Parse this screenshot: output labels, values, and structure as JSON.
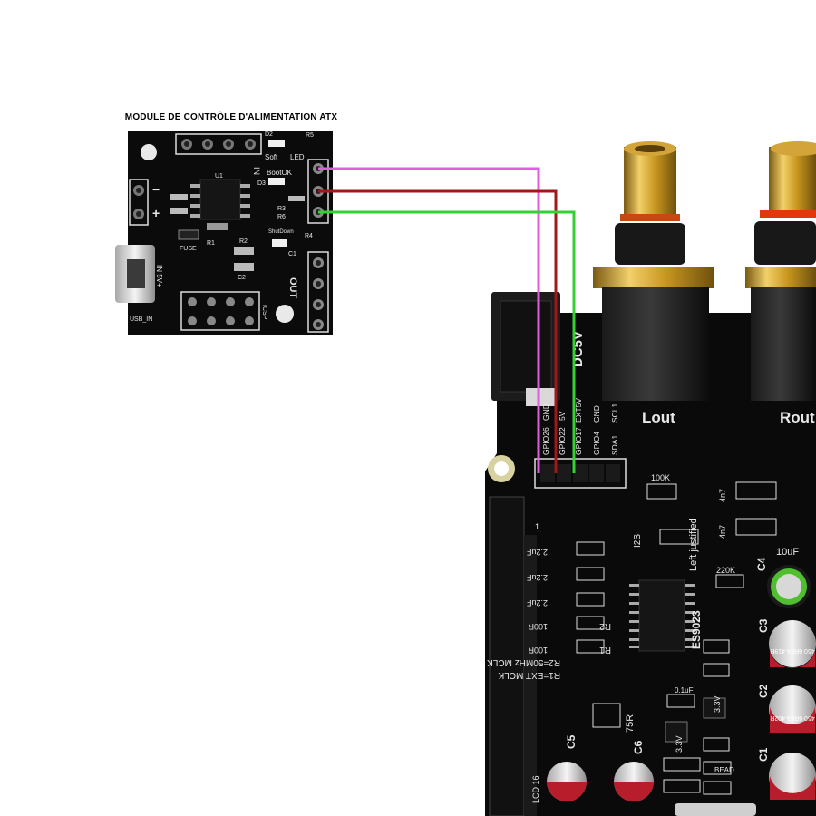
{
  "title": "MODULE DE CONTRÔLE D'ALIMENTATION ATX",
  "colors": {
    "pcb": "#0b0b0b",
    "wire_magenta": "#e05ce0",
    "wire_red": "#a01818",
    "wire_green": "#33d133",
    "gold": "#d6a62c",
    "silkscreen": "#e8e8e8",
    "background": "#ffffff"
  },
  "module": {
    "labels": {
      "d2": "D2",
      "r5": "R5",
      "soft": "Soft",
      "led": "LED",
      "bootok": "BootOK",
      "d3": "D3",
      "r3": "R3",
      "r6": "R6",
      "shutdown": "ShutDown",
      "u1": "U1",
      "fuse": "FUSE",
      "r1": "R1",
      "r2": "R2",
      "c2": "C2",
      "r4": "R4",
      "c1": "C1",
      "in": "IN",
      "in5v": "IN 5V+",
      "out": "OUT",
      "usb_in": "USB_IN",
      "icsp": "ICSP",
      "plus": "+",
      "minus": "−"
    }
  },
  "board": {
    "header_labels": [
      "GPIO26",
      "GND",
      "GPIO22",
      "5V",
      "GPIO17",
      "EXT5V",
      "GPIO4",
      "GND",
      "SDA1",
      "SCL1"
    ],
    "dc5v": "DC5V",
    "lout": "Lout",
    "rout": "Rout",
    "r100k": "100K",
    "i2s": "I2S",
    "left_justified": "Left justified",
    "n4n7": "4n7",
    "r220k": "220K",
    "c4": "C4",
    "c4_value": "10uF",
    "c3": "C3",
    "c2": "C2",
    "c1": "C1",
    "c5": "C5",
    "c6": "C6",
    "cap_labels": [
      "2.2uF",
      "2.2uF",
      "2.2uF"
    ],
    "r100r_1": "100R",
    "r100r_2": "100R",
    "r2": "R2",
    "r1": "R1",
    "r2_mclk": "R2=50MHz MCLK",
    "r1_mclk": "R1=EXT MCLK",
    "es9023": "ES9023",
    "r75": "75R",
    "v33_a": "3.3V",
    "v33_b": "3.3V",
    "uf01": "0.1uF",
    "bead": "BEAD",
    "lcd16": "LCD 16",
    "cap_print_1": "450 6RFA 419R",
    "cap_print_2": "450 6RFA 402R",
    "pin1": "1"
  }
}
